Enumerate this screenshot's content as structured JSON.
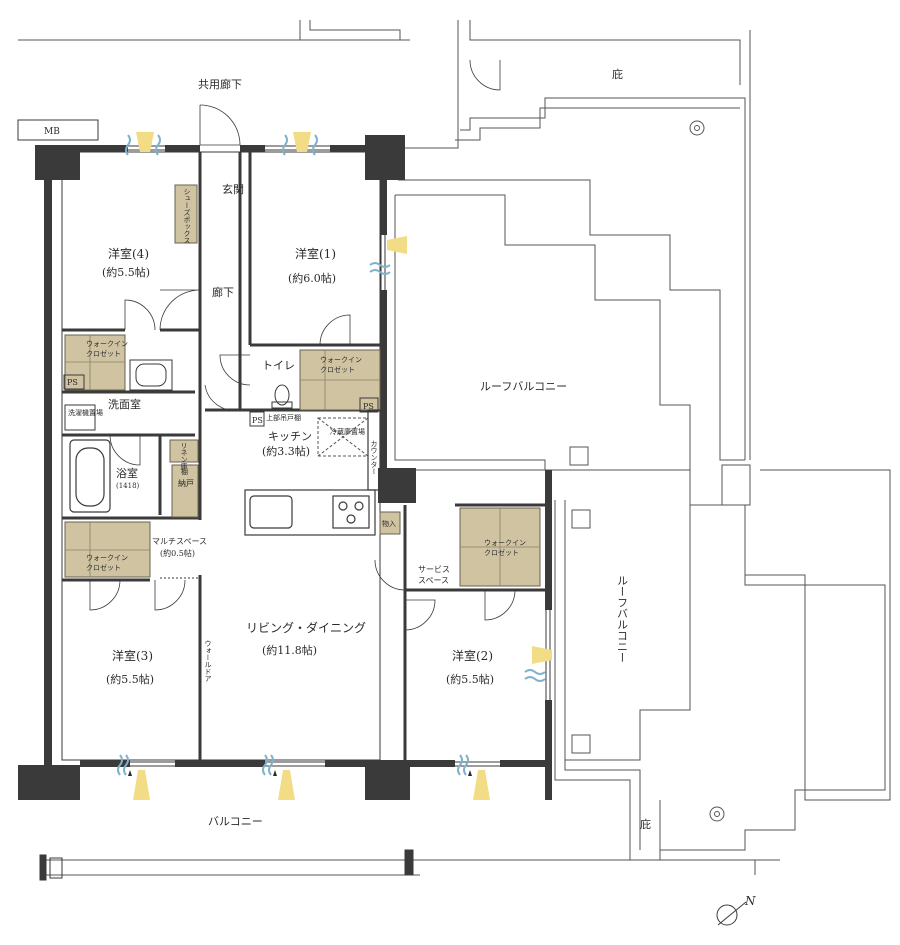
{
  "labels": {
    "common_corridor": "共用廊下",
    "eaves_top": "庇",
    "eaves_bottom": "庇",
    "mb": "MB",
    "entrance": "玄関",
    "shoe_box": "シューズボックス",
    "hallway": "廊下",
    "toilet": "トイレ",
    "washroom": "洗面室",
    "washer_space": "洗濯機置場",
    "linen": "リネン庫",
    "shelf": "棚",
    "storage": "納戸",
    "upper_shelf": "上部吊戸棚",
    "fridge": "冷蔵庫置場",
    "counter": "カウンター",
    "item_storage": "物入",
    "wall_door": "ウォールドア",
    "ps_left": "PS",
    "ps_toilet": "PS",
    "ps_right": "PS",
    "balcony": "バルコニー"
  },
  "rooms": {
    "western4": {
      "name": "洋室(4)",
      "area": "(約5.5帖)"
    },
    "western1": {
      "name": "洋室(1)",
      "area": "(約6.0帖)"
    },
    "western3": {
      "name": "洋室(3)",
      "area": "(約5.5帖)"
    },
    "western2": {
      "name": "洋室(2)",
      "area": "(約5.5帖)"
    },
    "ldk": {
      "name": "リビング・ダイニング",
      "area": "(約11.8帖)"
    },
    "kitchen": {
      "name": "キッチン",
      "area": "(約3.3帖)"
    },
    "bath": {
      "name": "浴室",
      "size": "(1418)"
    },
    "multi": {
      "name": "マルチスペース",
      "area": "(約0.5帖)"
    },
    "service": {
      "line1": "サービス",
      "line2": "スペース"
    }
  },
  "closets": {
    "wic4": {
      "line1": "ウォークイン",
      "line2": "クロゼット"
    },
    "wic1": {
      "line1": "ウォークイン",
      "line2": "クロゼット"
    },
    "wic3": {
      "line1": "ウォークイン",
      "line2": "クロゼット"
    },
    "wic2": {
      "line1": "ウォークイン",
      "line2": "クロゼット"
    }
  },
  "roof_balconies": {
    "upper": "ルーフバルコニー",
    "lower": "ルーフバルコニー"
  },
  "compass": {
    "letter": "N"
  },
  "colors": {
    "wall": "#3a3a3a",
    "closet": "#cfc3a2",
    "airflow_blue": "#7fb2cc",
    "light_yellow": "#f3dc86",
    "line": "#555555"
  }
}
